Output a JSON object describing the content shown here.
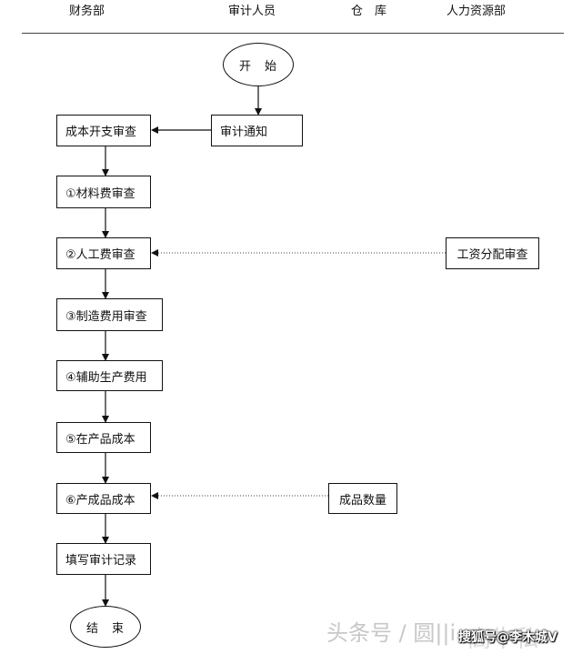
{
  "columns": [
    "财务部",
    "审计人员",
    "仓　库",
    "人力资源部"
  ],
  "nodes": {
    "start": "开　始",
    "audit_notice": "审计通知",
    "cost_review": "成本开支审查",
    "material_review": "①材料费审查",
    "labor_review": "②人工费审查",
    "wage_review": "工资分配审查",
    "manufacturing_review": "③制造费用审查",
    "aux_production": "④辅助生产费用",
    "wip_cost": "⑤在产品成本",
    "finished_cost": "⑥产成品成本",
    "finished_qty": "成品数量",
    "audit_record": "填写审计记录",
    "end": "结　束"
  },
  "watermark": {
    "text1": "头条号 / 圆||i",
    "text2": "搜狐号@李木城V",
    "text3": "高牛私"
  }
}
